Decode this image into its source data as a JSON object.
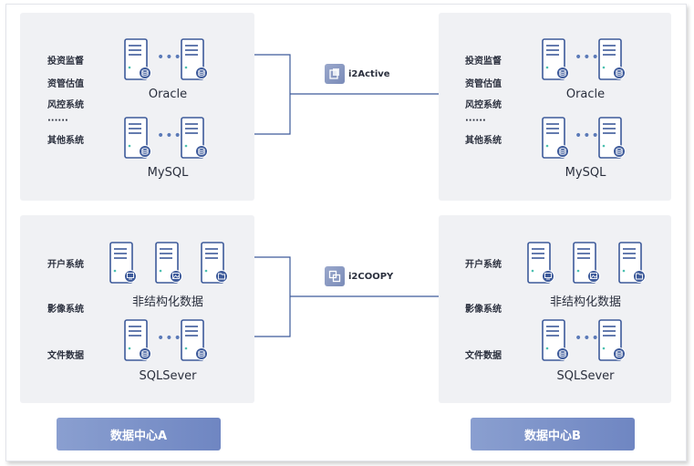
{
  "colors": {
    "stroke": "#3d5a9a",
    "accent": "#5b7ab8",
    "panel": "#f0f1f4"
  },
  "tools": {
    "top": "i2Active",
    "bottom": "i2COOPY"
  },
  "left": {
    "top_labels": [
      "投资监督",
      "资管估值",
      "风控系统",
      "······",
      "其他系统"
    ],
    "db1": "Oracle",
    "db2": "MySQL",
    "bottom_labels": [
      "开户系统",
      "影像系统",
      "文件数据"
    ],
    "unstructured": "非结构化数据",
    "db3": "SQLSever",
    "dc": "数据中心A"
  },
  "right": {
    "top_labels": [
      "投资监督",
      "资管估值",
      "风控系统",
      "······",
      "其他系统"
    ],
    "db1": "Oracle",
    "db2": "MySQL",
    "bottom_labels": [
      "开户系统",
      "影像系统",
      "文件数据"
    ],
    "unstructured": "非结构化数据",
    "db3": "SQLSever",
    "dc": "数据中心B"
  },
  "icons": [
    "server-db-icon",
    "server-monitor-icon",
    "server-image-icon",
    "server-folder-icon"
  ]
}
